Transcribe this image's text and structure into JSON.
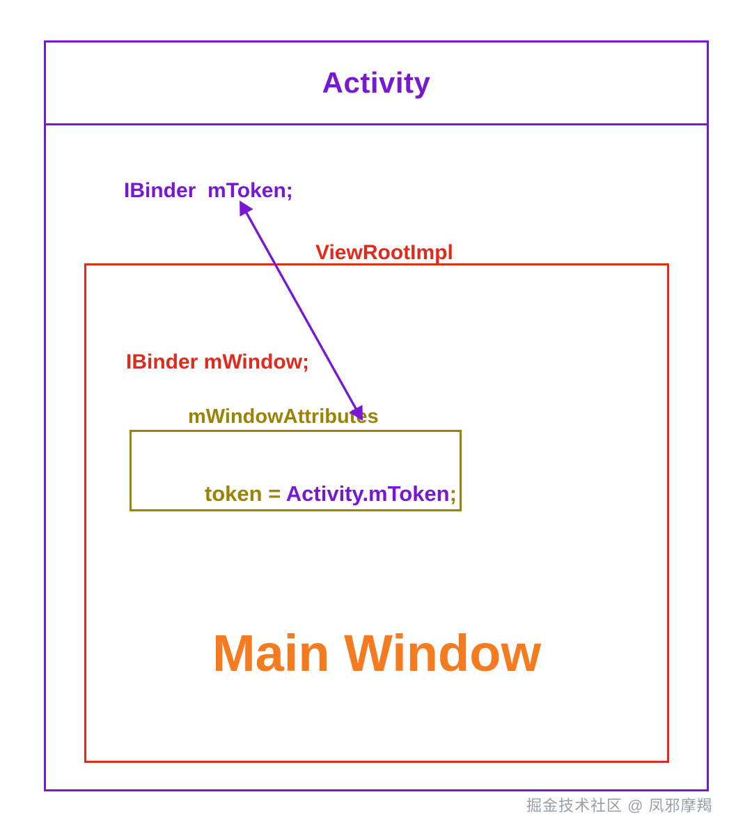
{
  "diagram": {
    "title": "Activity",
    "colors": {
      "activity_purple": "#7719d0",
      "viewrootimpl_red": "#dd2b1c",
      "attributes_gold": "#9a8408",
      "main_window_orange": "#f47b20",
      "watermark_gray": "#9aa0a6",
      "background": "#ffffff"
    },
    "activity": {
      "title": "Activity",
      "field": "IBinder  mToken;"
    },
    "viewrootimpl": {
      "label": "ViewRootImpl",
      "field": "IBinder mWindow;",
      "main_window_label": "Main Window"
    },
    "window_attributes": {
      "label": "mWindowAttributes",
      "assignment_lhs": "token = ",
      "assignment_rhs": "Activity.mToken",
      "assignment_terminator": ";"
    },
    "arrow": {
      "name": "token-reference-arrow",
      "style": "double-headed",
      "from": "Activity.mToken field",
      "to": "token = Activity.mToken assignment"
    }
  },
  "watermark": {
    "text": "掘金技术社区 @ 凤邪摩羯"
  }
}
